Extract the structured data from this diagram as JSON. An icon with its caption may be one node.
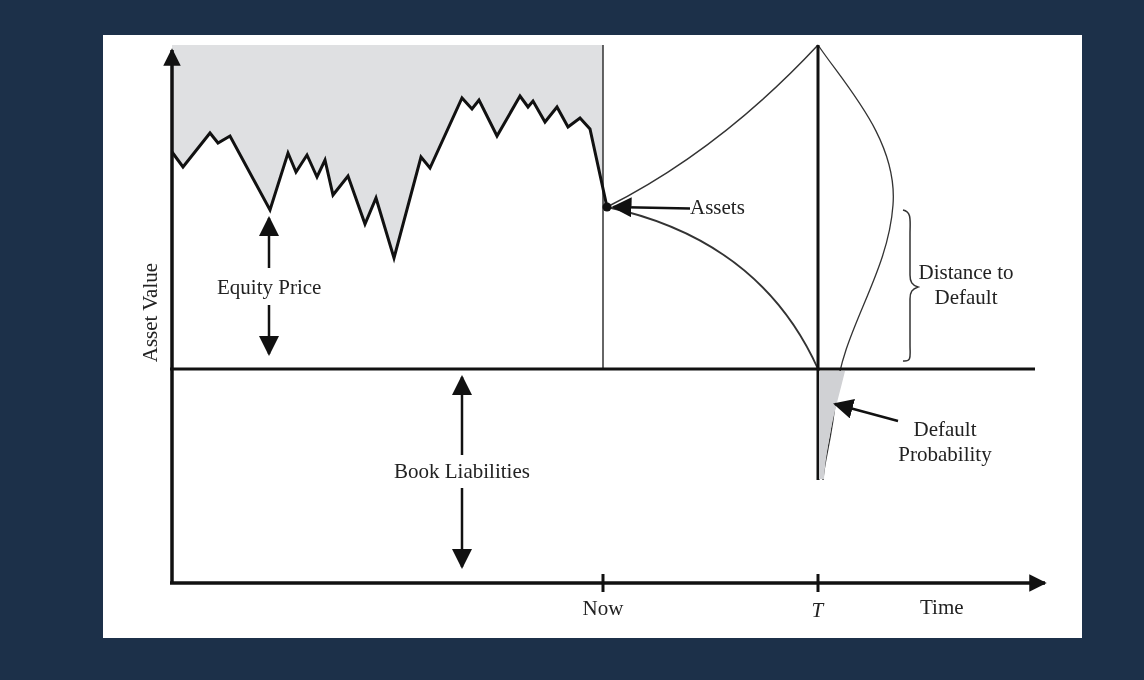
{
  "diagram": {
    "nodes": [
      {
        "text": [
          "Assets"
        ]
      },
      {
        "text": [],
        "shape": "circle"
      },
      {
        "text": [
          "Default Probability"
        ]
      },
      {
        "text": [],
        "shape": "area"
      }
    ],
    "edges": [
      {
        "from": 0,
        "to": 1,
        "arrow": "to"
      },
      {
        "from": 2,
        "to": 3,
        "arrow": "to"
      }
    ],
    "labels": [
      "Equity Price",
      "Distance to Default",
      "Book Liabilities",
      "Asset Value",
      "Now",
      "T",
      "Time"
    ]
  }
}
